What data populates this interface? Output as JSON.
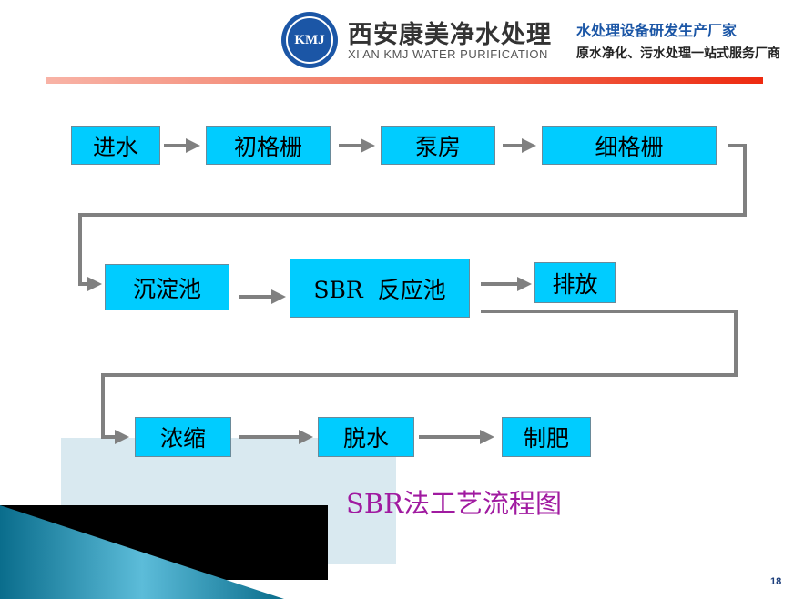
{
  "header": {
    "logo_text": "KMJ",
    "company_name": "西安康美净水处理",
    "company_name_en": "XI'AN KMJ WATER PURIFICATION",
    "tagline1": "水处理设备研发生产厂家",
    "tagline2": "原水净化、污水处理一站式服务厂商"
  },
  "flow": {
    "steps": [
      "进水",
      "初格栅",
      "泵房",
      "细格栅",
      "沉淀池",
      "SBR  反应池",
      "排放",
      "浓缩",
      "脱水",
      "制肥"
    ]
  },
  "title": "SBR法工艺流程图",
  "page_number": "18",
  "colors": {
    "box": "#00ccff",
    "arrow": "#808080",
    "title": "#a01aa0",
    "brand": "#1b56a6"
  }
}
